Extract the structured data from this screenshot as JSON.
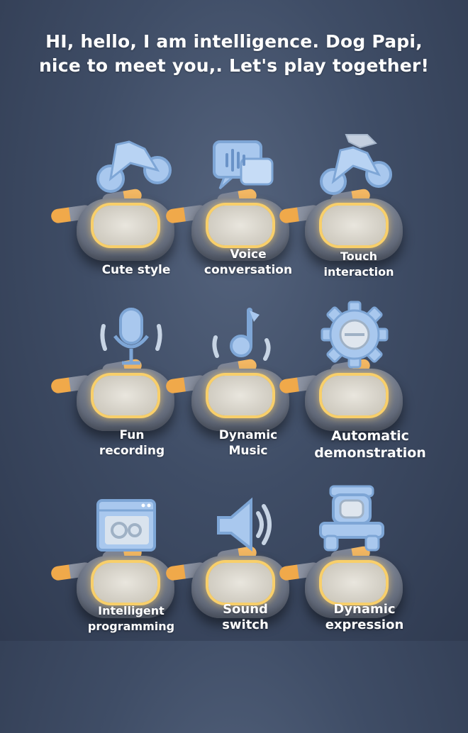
{
  "headline": {
    "line1": "HI, hello, I am intelligence. Dog Papi,",
    "line2": "nice to meet you,. Let's play together!"
  },
  "features": [
    {
      "line1": "Cute style",
      "line2": "",
      "icon": "motorbike-icon"
    },
    {
      "line1": "Voice",
      "line2": "conversation",
      "icon": "voice-chat-icon"
    },
    {
      "line1": "Touch",
      "line2": "interaction",
      "icon": "touch-motorbike-icon"
    },
    {
      "line1": "Fun",
      "line2": "recording",
      "icon": "microphone-icon"
    },
    {
      "line1": "Dynamic",
      "line2": "Music",
      "icon": "music-note-icon"
    },
    {
      "line1": "Automatic",
      "line2": "demonstration",
      "icon": "gear-icon"
    },
    {
      "line1": "Intelligent",
      "line2": "programming",
      "icon": "program-window-icon"
    },
    {
      "line1": "Sound",
      "line2": "switch",
      "icon": "speaker-icon"
    },
    {
      "line1": "Dynamic",
      "line2": "expression",
      "icon": "robot-face-icon"
    }
  ],
  "colors": {
    "icon_blue": "#a9c8ee",
    "glow": "#f8cf6a",
    "tail_orange": "#f0a94a"
  }
}
